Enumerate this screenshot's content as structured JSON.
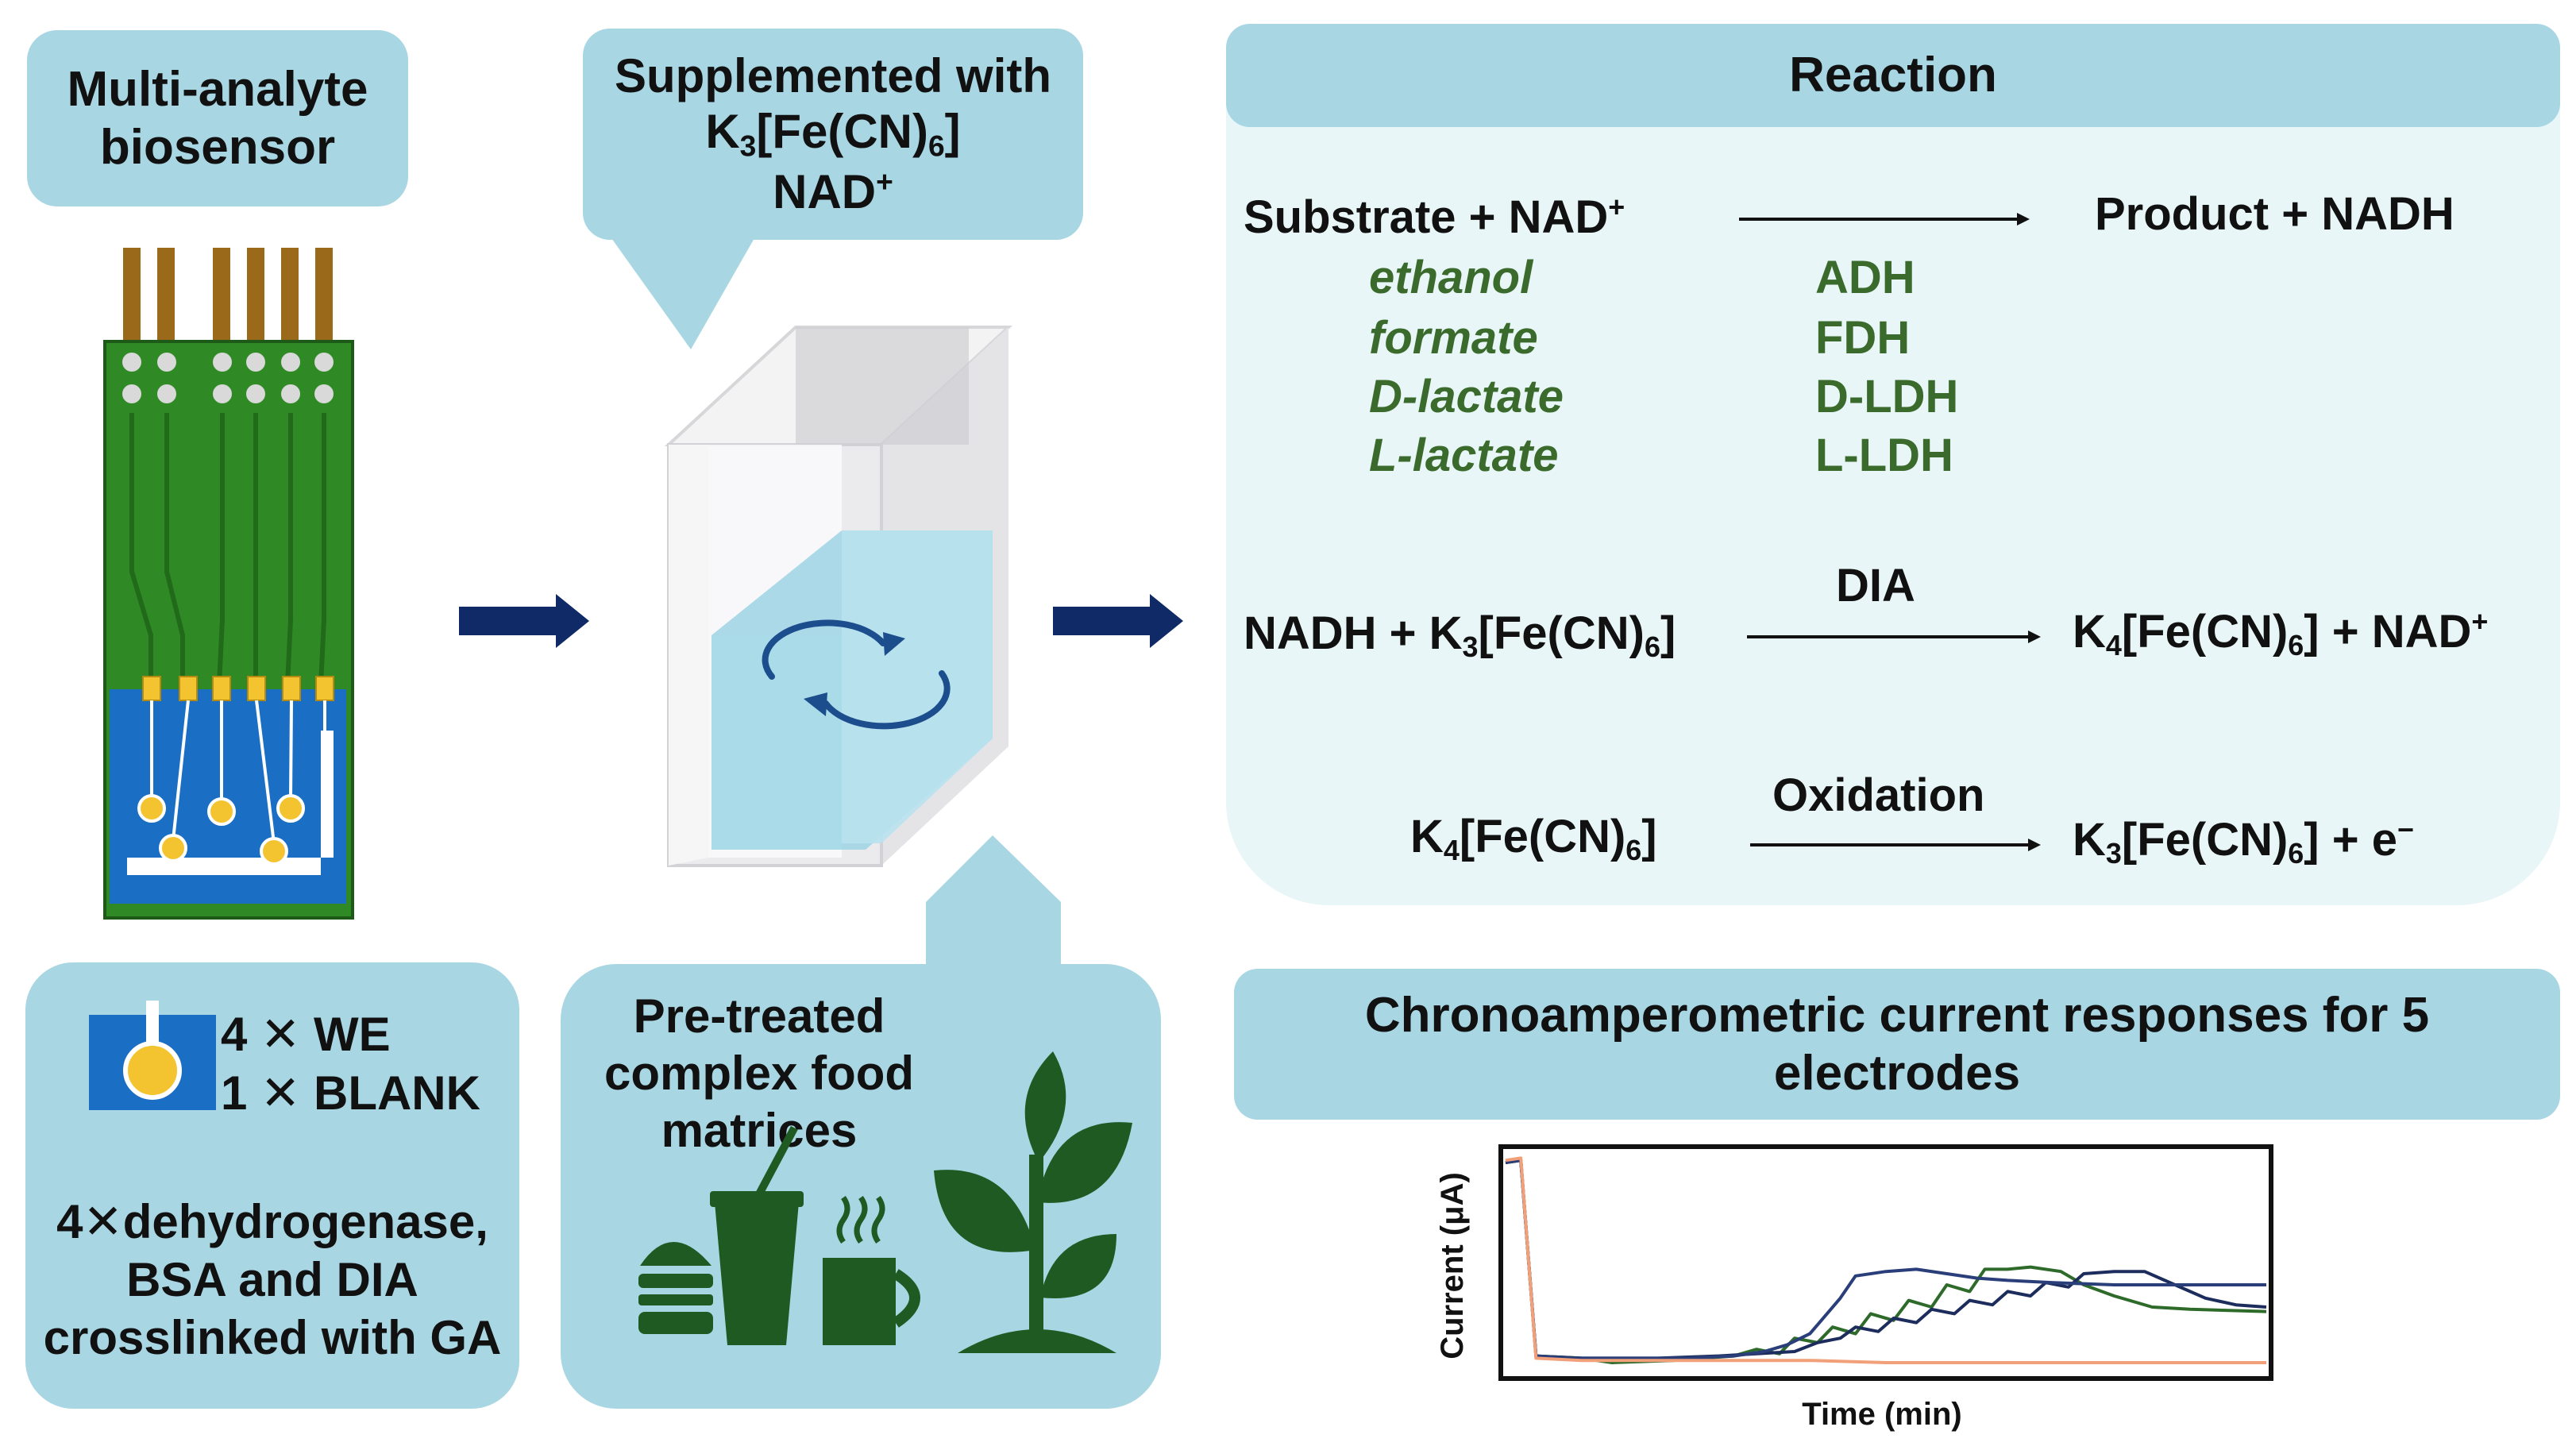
{
  "biosensor_label": {
    "line1": "Multi-analyte",
    "line2": "biosensor"
  },
  "supplement_label": {
    "line1": "Supplemented with",
    "k": "K",
    "k_sub": "3",
    "fe": "[Fe(CN)",
    "fe_sub": "6",
    "close": "]",
    "nad": "NAD",
    "nad_sup": "+"
  },
  "electrodes_box": {
    "we": "4 ✕ WE",
    "blank": "1 ✕ BLANK",
    "line1": "4✕dehydrogenase,",
    "line2": "BSA and DIA",
    "line3": "crosslinked with GA"
  },
  "food_box": {
    "line1": "Pre-treated",
    "line2": "complex food",
    "line3": "matrices"
  },
  "reaction": {
    "header": "Reaction",
    "eq1_left": "Substrate + NAD",
    "eq1_left_sup": "+",
    "eq1_right": "Product + NADH",
    "substrates": [
      "ethanol",
      "formate",
      "D-lactate",
      "L-lactate"
    ],
    "enzymes": [
      "ADH",
      "FDH",
      "D-LDH",
      "L-LDH"
    ],
    "eq2_left_a": "NADH + K",
    "eq2_left_sub": "3",
    "eq2_left_b": "[Fe(CN)",
    "eq2_left_sub2": "6",
    "eq2_left_c": "]",
    "eq2_catalyst": "DIA",
    "eq2_right_a": "K",
    "eq2_right_sub": "4",
    "eq2_right_b": "[Fe(CN)",
    "eq2_right_sub2": "6",
    "eq2_right_c": "] + NAD",
    "eq2_right_sup": "+",
    "eq3_left_a": "K",
    "eq3_left_sub": "4",
    "eq3_left_b": "[Fe(CN)",
    "eq3_left_sub2": "6",
    "eq3_left_c": "]",
    "eq3_label": "Oxidation",
    "eq3_right_a": "K",
    "eq3_right_sub": "3",
    "eq3_right_b": "[Fe(CN)",
    "eq3_right_sub2": "6",
    "eq3_right_c": "] + e",
    "eq3_right_sup": "−"
  },
  "chrono_box": {
    "line1": "Chronoamperometric current responses for 5",
    "line2": "electrodes"
  },
  "colors": {
    "box": "#a8d6e3",
    "panel": "#e9f6f7",
    "arrow": "#0f2a66",
    "green": "#3a6b2c",
    "pcb": "#2f8a25",
    "gold": "#f4c430",
    "blue": "#1a6fc4"
  },
  "chart_data": {
    "type": "line",
    "xlabel": "Time (min)",
    "ylabel": "Current (μA)",
    "xlim": [
      0,
      100
    ],
    "ylim": [
      0,
      100
    ],
    "grid": false,
    "series": [
      {
        "color": "#2e6b2a",
        "values": [
          [
            0,
            95
          ],
          [
            2,
            96
          ],
          [
            4,
            8
          ],
          [
            10,
            7
          ],
          [
            14,
            5
          ],
          [
            22,
            6
          ],
          [
            30,
            8
          ],
          [
            33,
            11
          ],
          [
            36,
            9
          ],
          [
            38,
            16
          ],
          [
            41,
            14
          ],
          [
            43,
            21
          ],
          [
            46,
            18
          ],
          [
            48,
            27
          ],
          [
            51,
            24
          ],
          [
            53,
            33
          ],
          [
            56,
            30
          ],
          [
            58,
            40
          ],
          [
            61,
            37
          ],
          [
            63,
            47
          ],
          [
            66,
            47
          ],
          [
            69,
            48
          ],
          [
            73,
            46
          ],
          [
            76,
            40
          ],
          [
            80,
            35
          ],
          [
            85,
            30
          ],
          [
            90,
            29
          ],
          [
            100,
            28
          ]
        ]
      },
      {
        "color": "#1c2c5c",
        "values": [
          [
            0,
            95
          ],
          [
            2,
            96
          ],
          [
            4,
            8
          ],
          [
            10,
            7
          ],
          [
            20,
            7
          ],
          [
            28,
            8
          ],
          [
            33,
            9
          ],
          [
            38,
            10
          ],
          [
            41,
            14
          ],
          [
            44,
            16
          ],
          [
            46,
            21
          ],
          [
            49,
            19
          ],
          [
            51,
            25
          ],
          [
            54,
            23
          ],
          [
            56,
            29
          ],
          [
            59,
            27
          ],
          [
            61,
            33
          ],
          [
            64,
            31
          ],
          [
            66,
            37
          ],
          [
            69,
            35
          ],
          [
            71,
            41
          ],
          [
            74,
            39
          ],
          [
            76,
            45
          ],
          [
            80,
            46
          ],
          [
            84,
            46
          ],
          [
            88,
            40
          ],
          [
            92,
            34
          ],
          [
            96,
            31
          ],
          [
            100,
            30
          ]
        ]
      },
      {
        "color": "#2a3f7a",
        "values": [
          [
            0,
            95
          ],
          [
            2,
            96
          ],
          [
            4,
            8
          ],
          [
            8,
            7
          ],
          [
            16,
            7
          ],
          [
            24,
            7
          ],
          [
            30,
            8
          ],
          [
            34,
            10
          ],
          [
            37,
            13
          ],
          [
            40,
            18
          ],
          [
            42,
            26
          ],
          [
            44,
            34
          ],
          [
            46,
            44
          ],
          [
            50,
            46
          ],
          [
            54,
            47
          ],
          [
            58,
            45
          ],
          [
            62,
            43
          ],
          [
            66,
            42
          ],
          [
            72,
            41
          ],
          [
            80,
            40
          ],
          [
            90,
            40
          ],
          [
            100,
            40
          ]
        ]
      },
      {
        "color": "#f2a07a",
        "values": [
          [
            0,
            96
          ],
          [
            2,
            97
          ],
          [
            4,
            7
          ],
          [
            10,
            6
          ],
          [
            20,
            6
          ],
          [
            30,
            6
          ],
          [
            40,
            6
          ],
          [
            50,
            5
          ],
          [
            60,
            5
          ],
          [
            70,
            5
          ],
          [
            80,
            5
          ],
          [
            90,
            5
          ],
          [
            100,
            5
          ]
        ]
      }
    ]
  }
}
